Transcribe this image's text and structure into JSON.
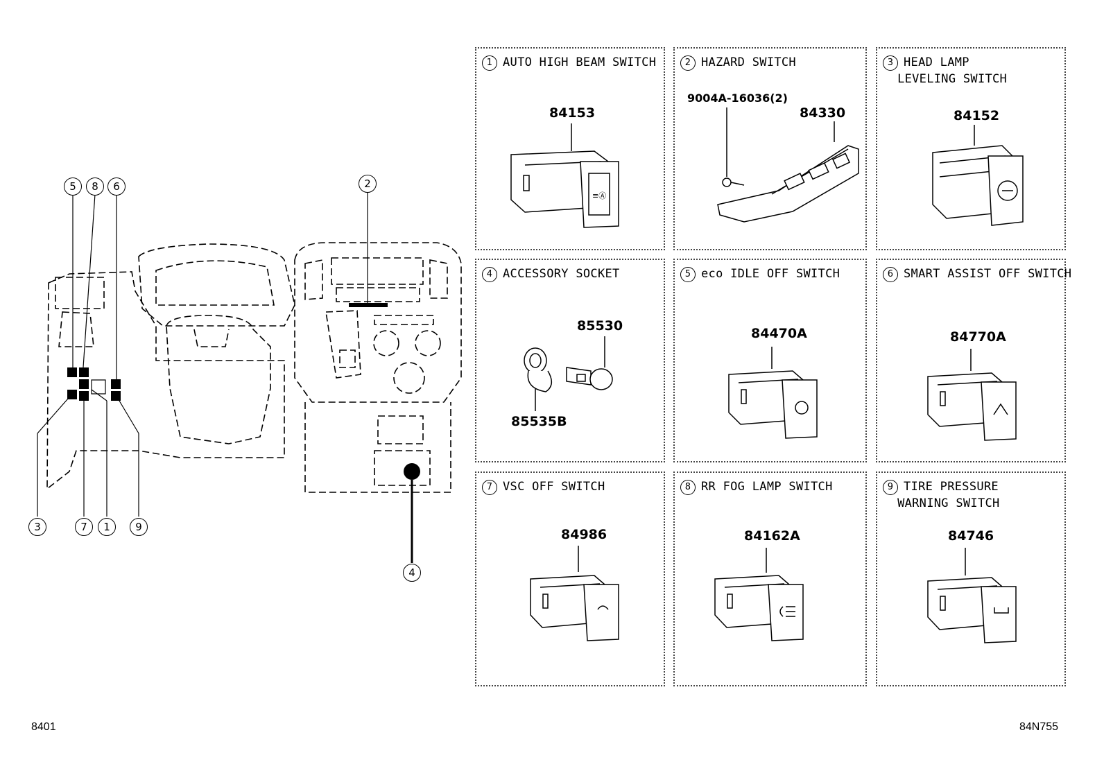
{
  "dashboard": {
    "callouts": [
      "5",
      "8",
      "6",
      "2",
      "3",
      "7",
      "1",
      "9",
      "4"
    ]
  },
  "panels": [
    {
      "num": "1",
      "title": "AUTO HIGH BEAM SWITCH",
      "parts": [
        "84153"
      ]
    },
    {
      "num": "2",
      "title": "HAZARD SWITCH",
      "parts": [
        "9004A-16036(2)",
        "84330"
      ]
    },
    {
      "num": "3",
      "title": "HEAD LAMP\n  LEVELING SWITCH",
      "parts": [
        "84152"
      ]
    },
    {
      "num": "4",
      "title": "ACCESSORY SOCKET",
      "parts": [
        "85530",
        "85535B"
      ]
    },
    {
      "num": "5",
      "title": "eco IDLE OFF SWITCH",
      "parts": [
        "84470A"
      ]
    },
    {
      "num": "6",
      "title": "SMART ASSIST OFF SWITCH",
      "parts": [
        "84770A"
      ]
    },
    {
      "num": "7",
      "title": "VSC OFF SWITCH",
      "parts": [
        "84986"
      ]
    },
    {
      "num": "8",
      "title": "RR FOG LAMP SWITCH",
      "parts": [
        "84162A"
      ]
    },
    {
      "num": "9",
      "title": "TIRE PRESSURE\n  WARNING SWITCH",
      "parts": [
        "84746"
      ]
    }
  ],
  "footer": {
    "left_code": "8401",
    "right_code": "84N755"
  }
}
